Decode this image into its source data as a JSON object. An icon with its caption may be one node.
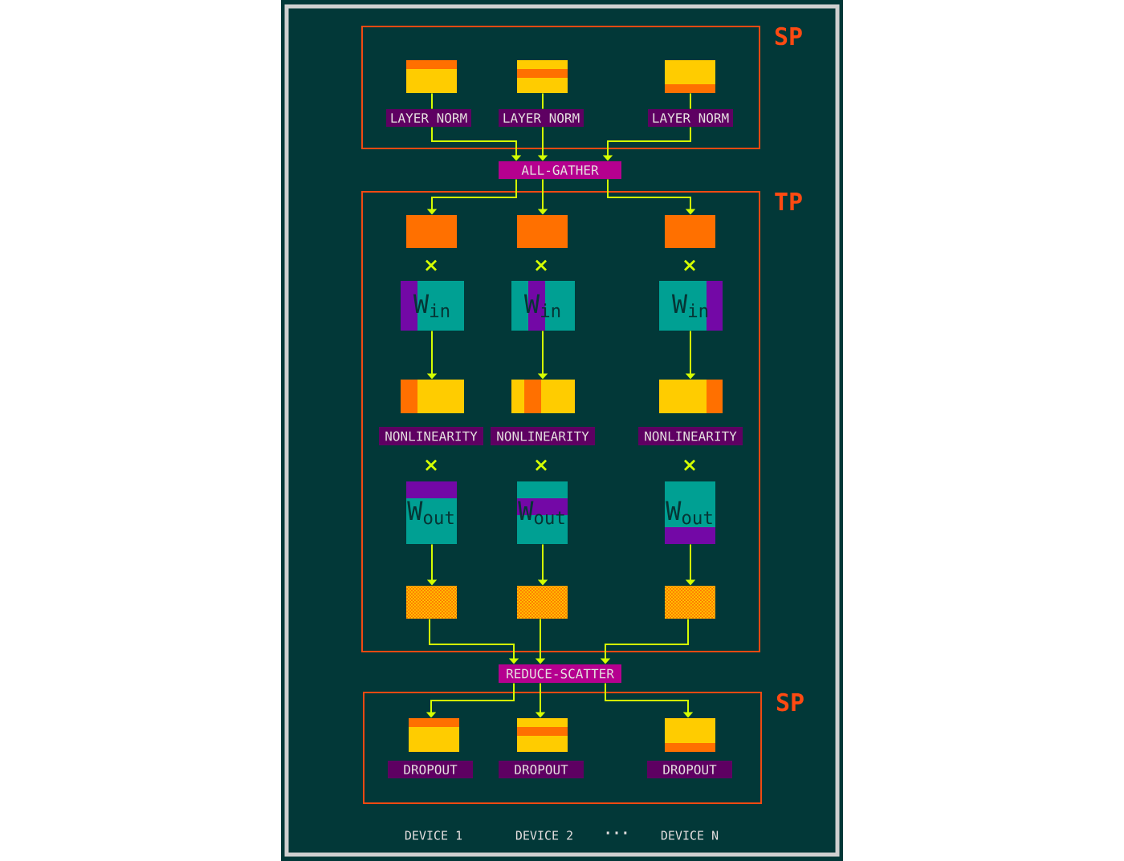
{
  "diagram": {
    "nodes": [
      {
        "text": [
          "SP"
        ]
      },
      {
        "text": [],
        "shape": "box",
        "in": 0
      },
      {
        "text": [],
        "shape": "box",
        "in": 0
      },
      {
        "text": [],
        "shape": "box",
        "in": 0
      },
      {
        "text": [
          "LAYER NORM"
        ],
        "in": 0
      },
      {
        "text": [
          "LAYER NORM"
        ],
        "in": 0
      },
      {
        "text": [
          "LAYER NORM"
        ],
        "in": 0
      },
      {
        "text": [
          "ALL-GATHER"
        ]
      },
      {
        "text": [
          "TP"
        ]
      },
      {
        "text": [],
        "shape": "box",
        "in": 8
      },
      {
        "text": [],
        "shape": "box",
        "in": 8
      },
      {
        "text": [],
        "shape": "box",
        "in": 8
      },
      {
        "text": [
          "W$_{in}$"
        ],
        "in": 8
      },
      {
        "text": [
          "W$_{in}$"
        ],
        "in": 8
      },
      {
        "text": [
          "W$_{in}$"
        ],
        "in": 8
      },
      {
        "text": [],
        "shape": "box",
        "in": 8
      },
      {
        "text": [],
        "shape": "box",
        "in": 8
      },
      {
        "text": [],
        "shape": "box",
        "in": 8
      },
      {
        "text": [
          "NONLINEARITY"
        ],
        "in": 8
      },
      {
        "text": [
          "NONLINEARITY"
        ],
        "in": 8
      },
      {
        "text": [
          "NONLINEARITY"
        ],
        "in": 8
      },
      {
        "text": [
          "W$_{out}$"
        ],
        "in": 8
      },
      {
        "text": [
          "W$_{out}$"
        ],
        "in": 8
      },
      {
        "text": [
          "W$_{out}$"
        ],
        "in": 8
      },
      {
        "text": [],
        "shape": "box",
        "in": 8
      },
      {
        "text": [],
        "shape": "box",
        "in": 8
      },
      {
        "text": [],
        "shape": "box",
        "in": 8
      },
      {
        "text": [
          "REDUCE-SCATTER"
        ]
      },
      {
        "text": [
          "SP"
        ]
      },
      {
        "text": [],
        "shape": "box",
        "in": 28
      },
      {
        "text": [],
        "shape": "box",
        "in": 28
      },
      {
        "text": [],
        "shape": "box",
        "in": 28
      },
      {
        "text": [
          "DROPOUT"
        ],
        "in": 28
      },
      {
        "text": [
          "DROPOUT"
        ],
        "in": 28
      },
      {
        "text": [
          "DROPOUT"
        ],
        "in": 28
      }
    ],
    "edges": [
      {
        "from": 1,
        "to": 4,
        "arrow": "none"
      },
      {
        "from": 2,
        "to": 5,
        "arrow": "none"
      },
      {
        "from": 3,
        "to": 6,
        "arrow": "none"
      },
      {
        "from": 4,
        "to": 7,
        "arrow": "to"
      },
      {
        "from": 5,
        "to": 7,
        "arrow": "to"
      },
      {
        "from": 6,
        "to": 7,
        "arrow": "to"
      },
      {
        "from": 7,
        "to": 9,
        "arrow": "to"
      },
      {
        "from": 7,
        "to": 10,
        "arrow": "to"
      },
      {
        "from": 7,
        "to": 11,
        "arrow": "to"
      },
      {
        "from": 12,
        "to": 15,
        "arrow": "to"
      },
      {
        "from": 13,
        "to": 16,
        "arrow": "to"
      },
      {
        "from": 14,
        "to": 17,
        "arrow": "to"
      },
      {
        "from": 21,
        "to": 24,
        "arrow": "to"
      },
      {
        "from": 22,
        "to": 25,
        "arrow": "to"
      },
      {
        "from": 23,
        "to": 26,
        "arrow": "to"
      },
      {
        "from": 24,
        "to": 27,
        "arrow": "to"
      },
      {
        "from": 25,
        "to": 27,
        "arrow": "to"
      },
      {
        "from": 26,
        "to": 27,
        "arrow": "to"
      },
      {
        "from": 27,
        "to": 29,
        "arrow": "to"
      },
      {
        "from": 27,
        "to": 30,
        "arrow": "to"
      },
      {
        "from": 27,
        "to": 31,
        "arrow": "to"
      }
    ],
    "labels": [
      "×",
      "×",
      "×",
      "×",
      "×",
      "×",
      "DEVICE 1",
      "DEVICE 2",
      "...",
      "DEVICE N"
    ]
  }
}
